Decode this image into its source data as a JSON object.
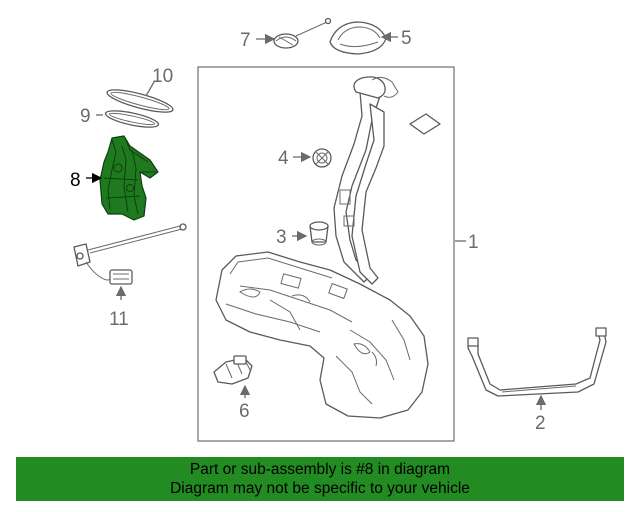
{
  "callouts": {
    "c1": "1",
    "c2": "2",
    "c3": "3",
    "c4": "4",
    "c5": "5",
    "c6": "6",
    "c7": "7",
    "c8": "8",
    "c9": "9",
    "c10": "10",
    "c11": "11"
  },
  "highlighted_part": "8",
  "colors": {
    "highlight": "#1f7a1f",
    "banner": "#228b22"
  },
  "banner": {
    "line1": "Part or sub-assembly is #8 in diagram",
    "line2": "Diagram may not be specific to your vehicle"
  }
}
